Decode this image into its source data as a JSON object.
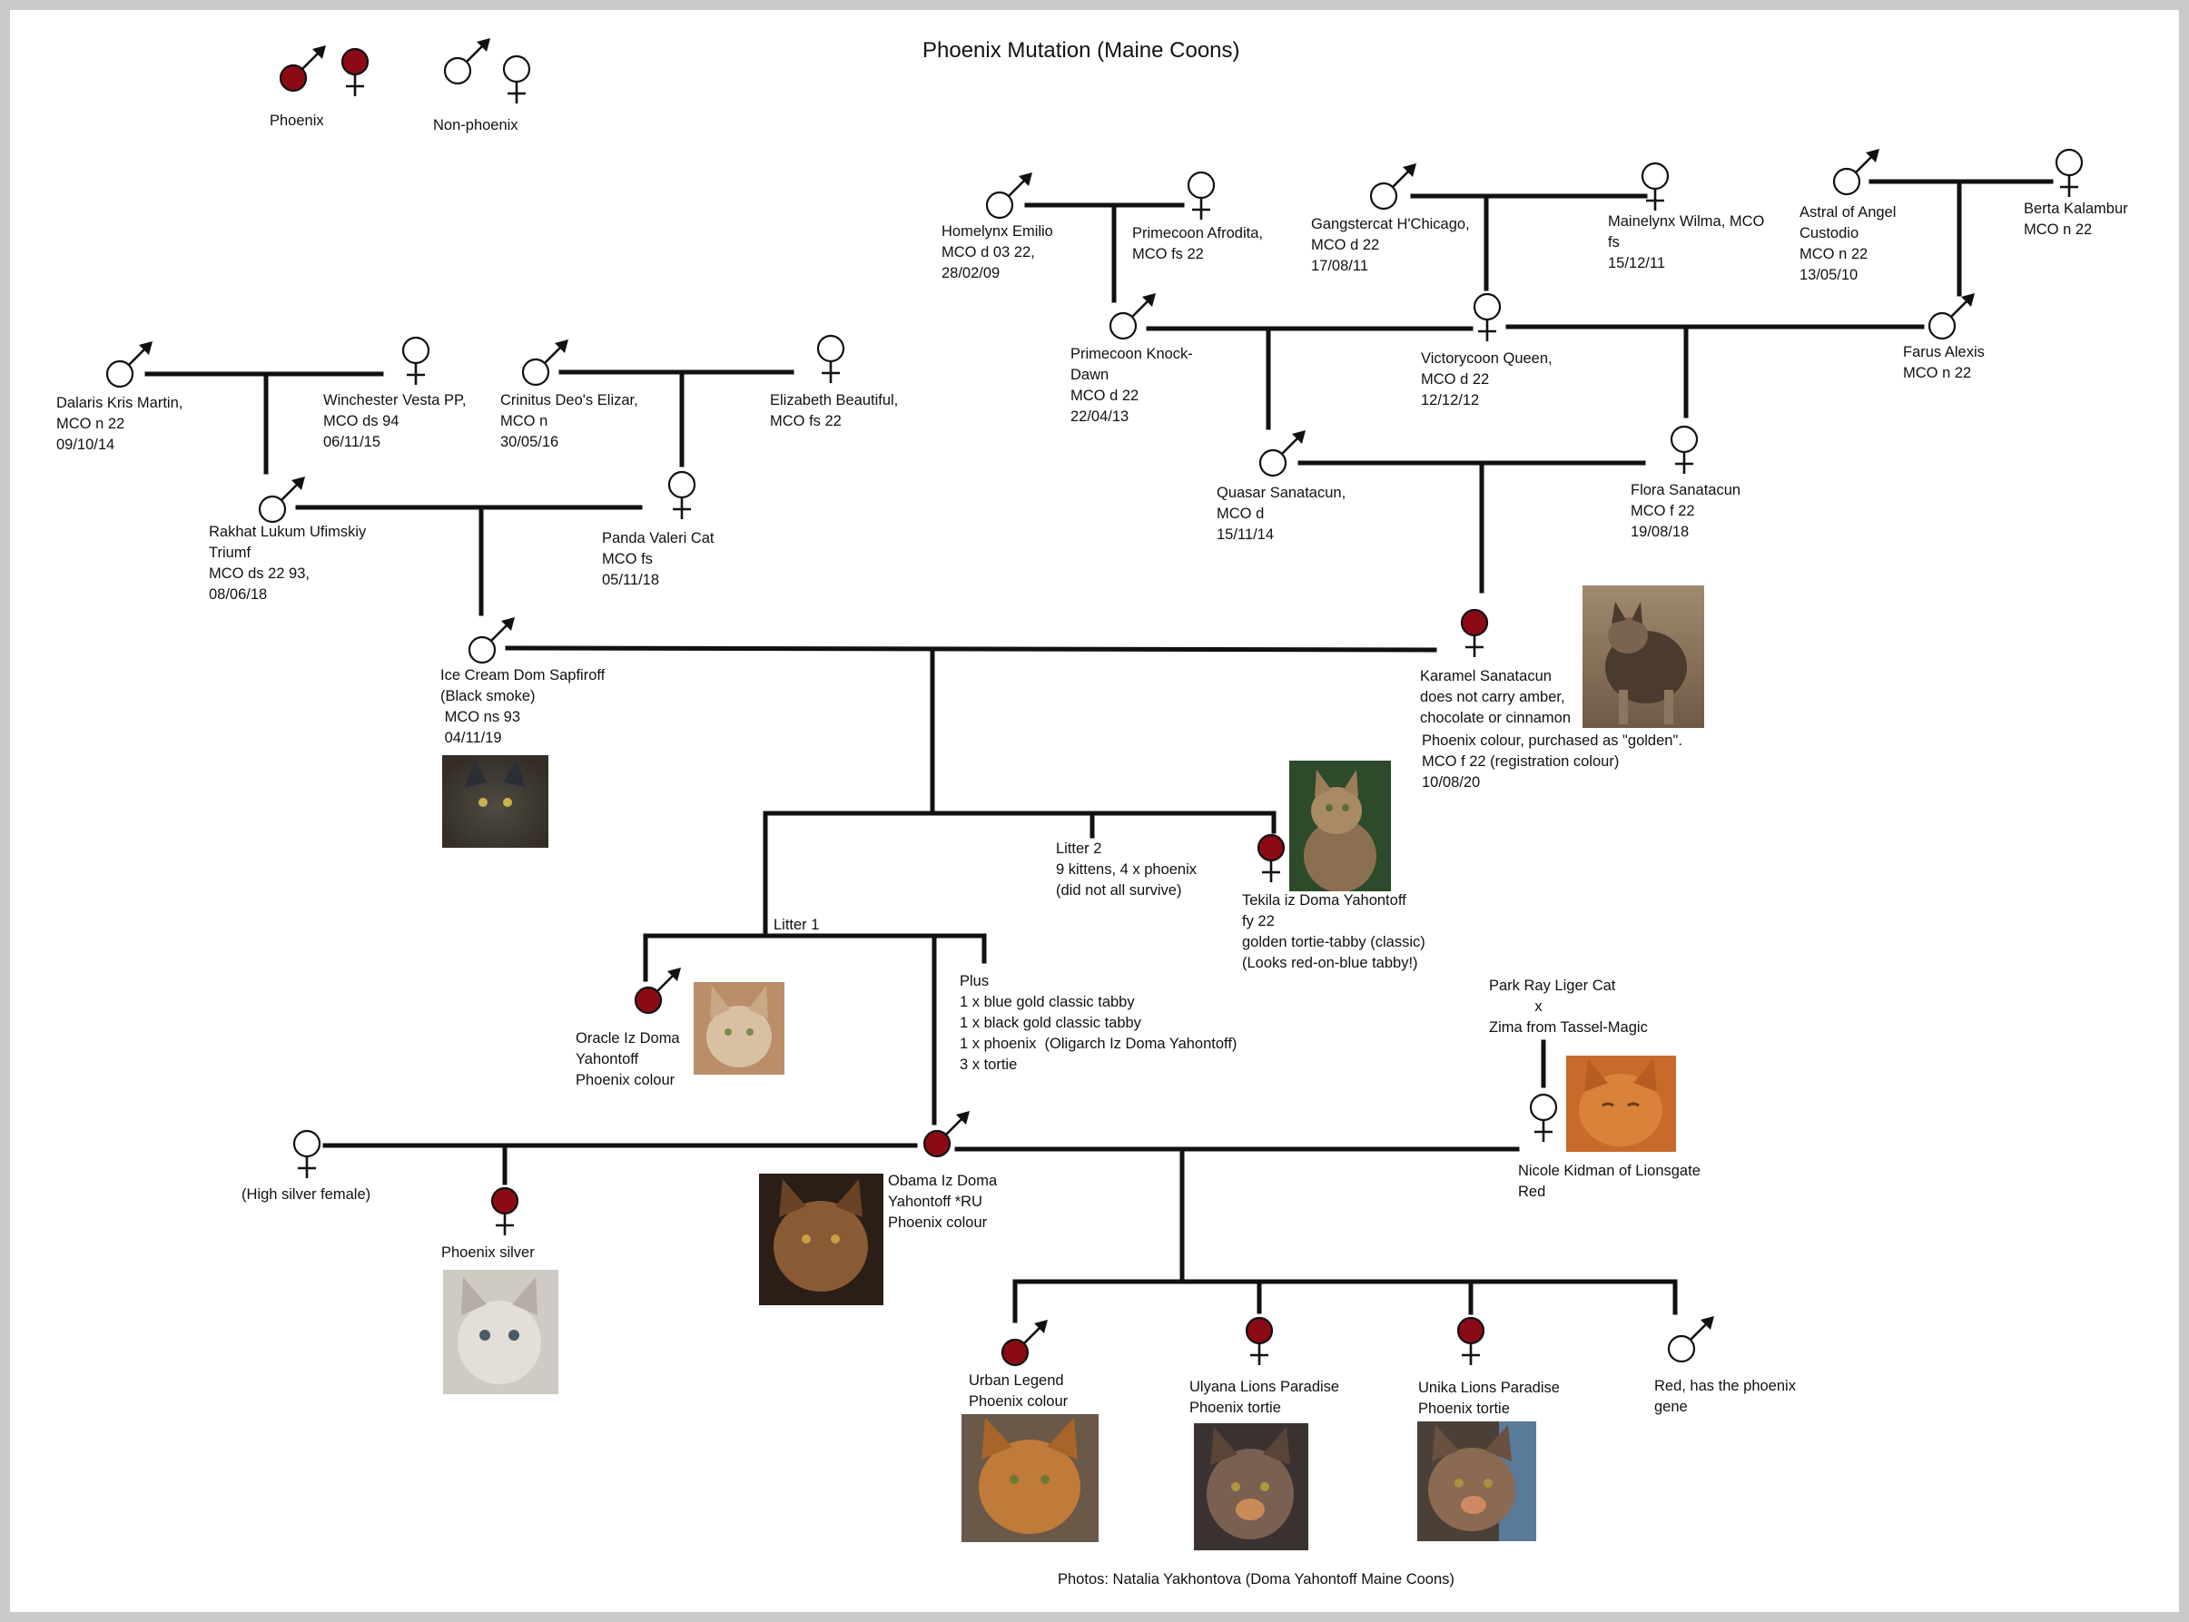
{
  "title": "Phoenix Mutation (Maine Coons)",
  "credit": "Photos: Natalia Yakhontova (Doma Yahontoff Maine Coons)",
  "colors": {
    "phoenix": "#8b0a16",
    "line": "#111111",
    "frame": "#c9c9c9"
  },
  "legend": {
    "phoenix_label": "Phoenix",
    "non_phoenix_label": "Non-phoenix"
  },
  "people": {
    "homelynx": "Homelynx Emilio\nMCO d 03 22,\n28/02/09",
    "afrodita": "Primecoon Afrodita,\nMCO fs 22",
    "gangstercat": "Gangstercat H'Chicago,\nMCO d 22\n17/08/11",
    "mainelynx": "Mainelynx Wilma, MCO\nfs\n15/12/11",
    "astral": "Astral of Angel\nCustodio\nMCO n 22\n13/05/10",
    "berta": "Berta Kalambur\nMCO n 22",
    "knockdawn": "Primecoon Knock-\nDawn\nMCO d 22\n22/04/13",
    "victorycoon": "Victorycoon Queen,\nMCO d 22\n12/12/12",
    "farus": "Farus Alexis\nMCO n 22",
    "quasar": "Quasar Sanatacun,\nMCO d\n15/11/14",
    "flora": "Flora Sanatacun\nMCO f 22\n19/08/18",
    "dalaris": "Dalaris Kris Martin,\nMCO n 22\n09/10/14",
    "winchester": "Winchester Vesta PP,\nMCO ds 94\n06/11/15",
    "crinitus": "Crinitus Deo's Elizar,\nMCO n\n30/05/16",
    "elizabeth": "Elizabeth Beautiful,\nMCO fs 22",
    "rakhat": "Rakhat Lukum Ufimskiy\nTriumf\nMCO ds 22 93,\n08/06/18",
    "panda": "Panda Valeri Cat\nMCO fs\n05/11/18",
    "icecream": "Ice Cream Dom Sapfiroff\n(Black smoke)\n MCO ns 93\n 04/11/19",
    "karamel": "Karamel Sanatacun\ndoes not carry amber,\nchocolate or cinnamon",
    "karamel2": "Phoenix colour, purchased as \"golden\".\nMCO f 22 (registration colour)\n10/08/20",
    "litter2": "Litter 2\n9 kittens, 4 x phoenix\n(did not all survive)",
    "tekila": "Tekila iz Doma Yahontoff\nfy 22\ngolden tortie-tabby (classic)\n(Looks red-on-blue tabby!)",
    "litter1": "Litter 1",
    "oracle": "Oracle Iz Doma\nYahontoff\nPhoenix colour",
    "plus": "Plus\n1 x blue gold classic tabby\n1 x black gold classic tabby\n1 x phoenix  (Oligarch Iz Doma Yahontoff)\n3 x tortie",
    "parkray": "Park Ray Liger Cat\n           x\nZima from Tassel-Magic",
    "nicole": "Nicole Kidman of Lionsgate\nRed",
    "highsilver": "(High silver female)",
    "phoenixsilver": "Phoenix silver",
    "obama": "Obama Iz Doma\nYahontoff *RU\nPhoenix colour",
    "urban": "Urban Legend\nPhoenix colour",
    "ulyana": "Ulyana Lions Paradise\nPhoenix tortie",
    "unika": "Unika Lions Paradise\nPhoenix tortie",
    "red": "Red, has the phoenix\ngene"
  }
}
